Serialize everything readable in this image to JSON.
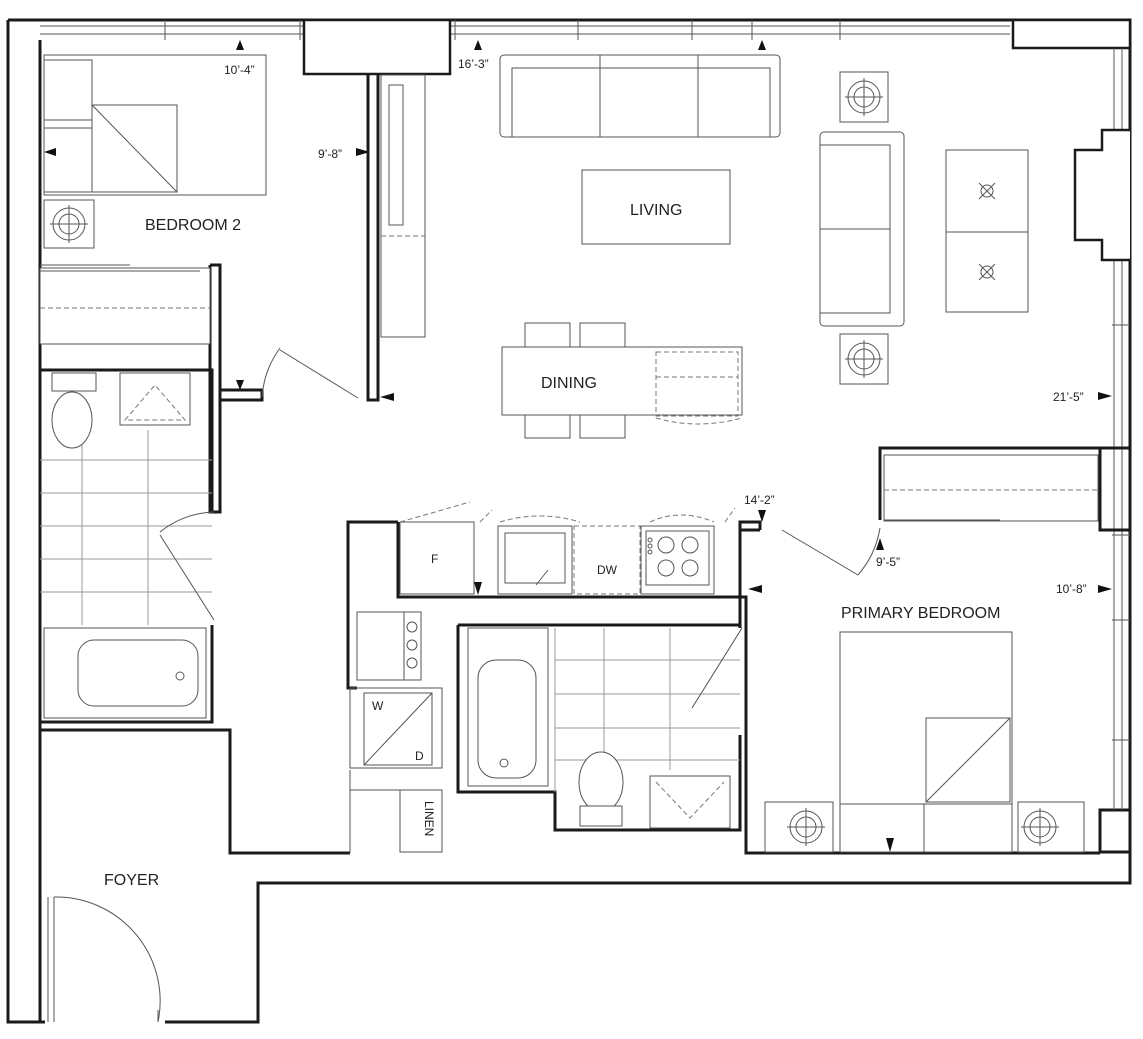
{
  "rooms": {
    "bedroom2": "BEDROOM 2",
    "living": "LIVING",
    "dining": "DINING",
    "primary": "PRIMARY BEDROOM",
    "foyer": "FOYER"
  },
  "fixtures": {
    "fridge": "F",
    "dishwasher": "DW",
    "washer": "W",
    "dryer": "D",
    "linen": "LINEN"
  },
  "dimensions": {
    "bedroom2_width": "10’-4”",
    "bedroom2_depth": "9’-8”",
    "living_width": "16’-3”",
    "living_depth": "21’-5”",
    "kitchen_width": "14’-2”",
    "primary_width": "9’-5”",
    "primary_depth": "10’-8”"
  }
}
